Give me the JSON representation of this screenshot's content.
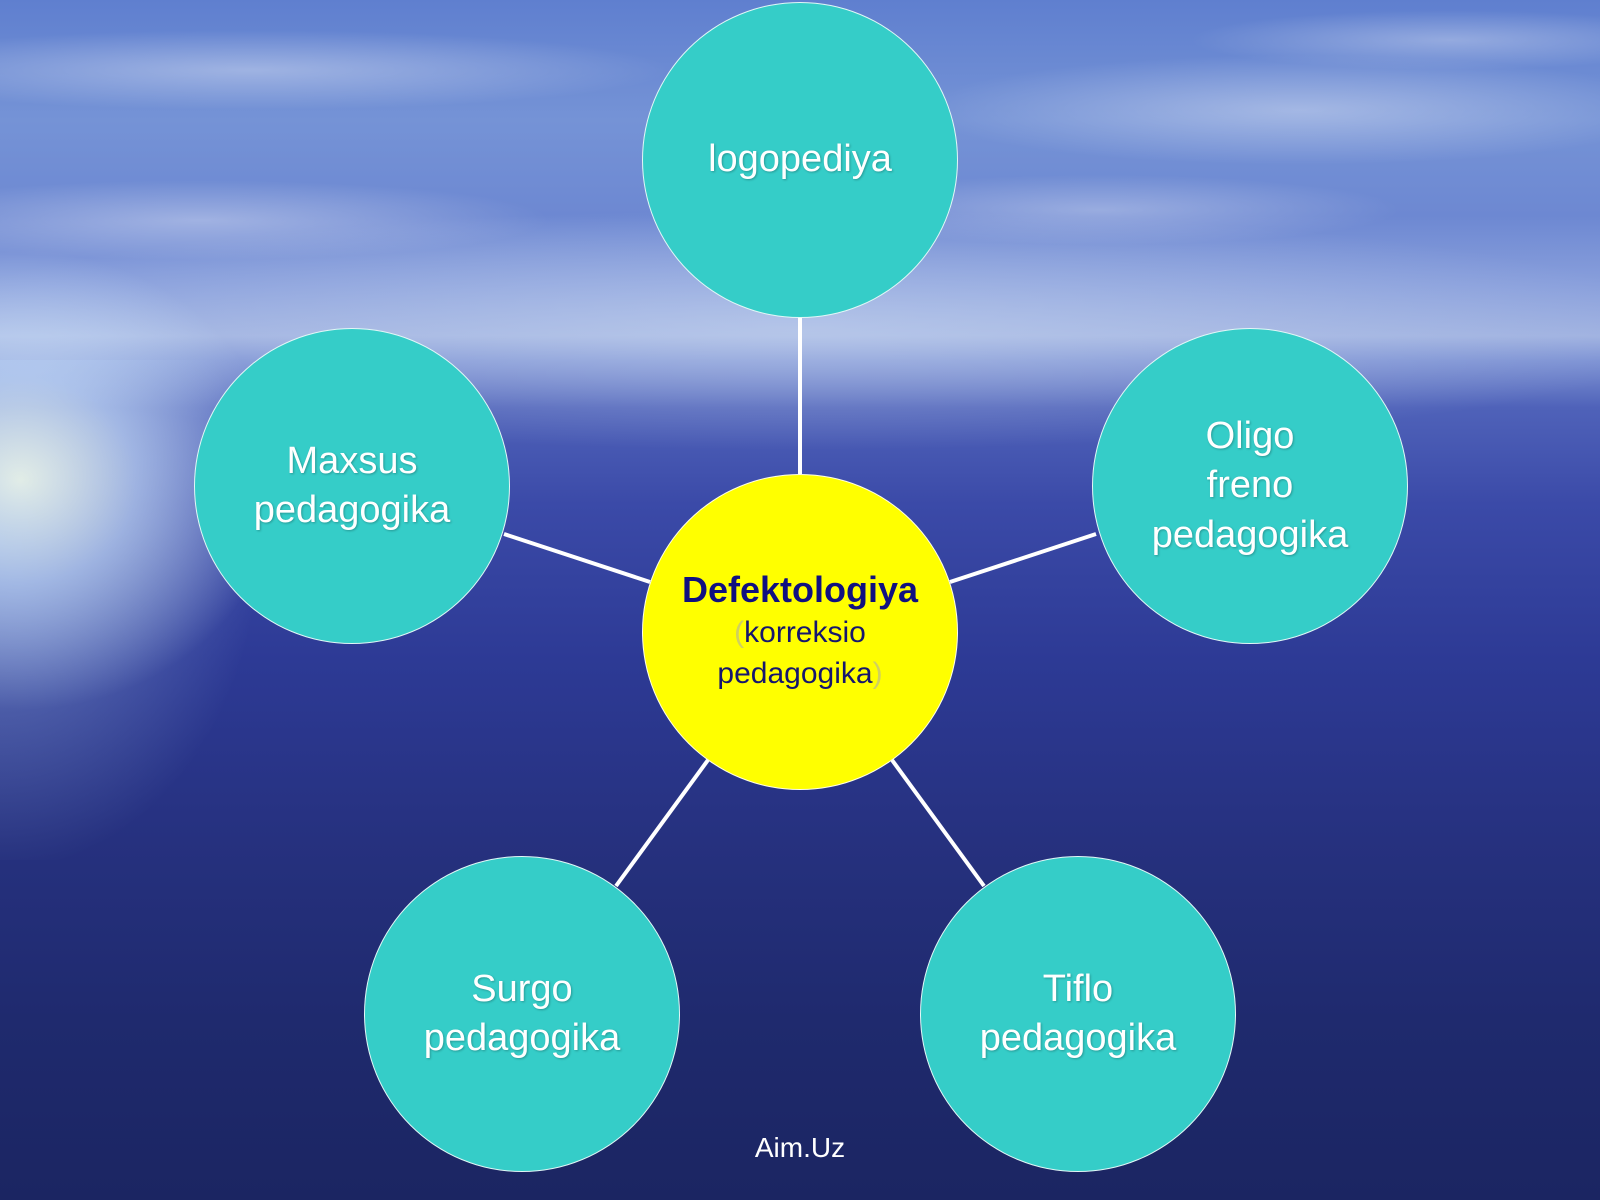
{
  "center": {
    "title": "Defektologiya",
    "paren_open": "(",
    "subtitle_line1": "korreksio",
    "subtitle_line2": "pedagogika",
    "paren_close": ")"
  },
  "nodes": [
    {
      "id": "logopediya",
      "lines": [
        "logopediya"
      ]
    },
    {
      "id": "oligofreno",
      "lines": [
        "Oligo",
        "freno",
        "pedagogika"
      ]
    },
    {
      "id": "tiflo",
      "lines": [
        "Tiflo",
        "pedagogika"
      ]
    },
    {
      "id": "surgo",
      "lines": [
        "Surgo",
        "pedagogika"
      ]
    },
    {
      "id": "maxsus",
      "lines": [
        "Maxsus",
        "pedagogika"
      ]
    }
  ],
  "footer": "Aim.Uz",
  "colors": {
    "center_fill": "#ffff00",
    "node_fill": "#35cdc8",
    "connector": "#ffffff",
    "center_title": "#101080"
  }
}
